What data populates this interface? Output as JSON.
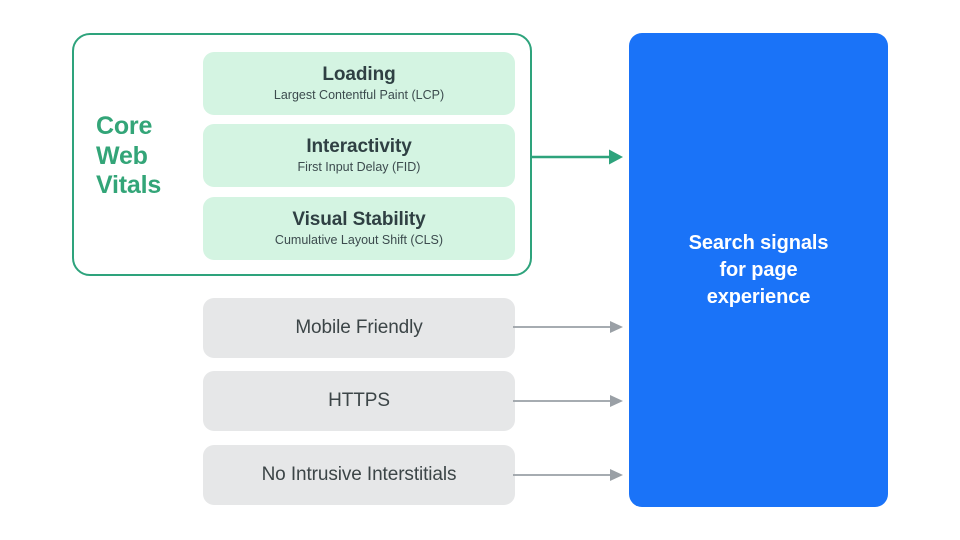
{
  "diagram": {
    "title": "Search signals for page experience",
    "colors": {
      "core_web_vitals_green": "#33A578",
      "container_border_green": "#2EA37C",
      "metric_pill_bg": "#D4F4E2",
      "other_pill_bg": "#E6E7E8",
      "outcome_blue": "#1A73F8",
      "arrow_gray": "#9AA0A6",
      "dark_text": "#2F4043"
    }
  },
  "core_web_vitals": {
    "label": "Core\nWeb\nVitals",
    "metrics": [
      {
        "title": "Loading",
        "subtitle": "Largest Contentful Paint (LCP)"
      },
      {
        "title": "Interactivity",
        "subtitle": "First Input Delay (FID)"
      },
      {
        "title": "Visual Stability",
        "subtitle": "Cumulative Layout Shift (CLS)"
      }
    ]
  },
  "other_signals": [
    {
      "title": "Mobile Friendly"
    },
    {
      "title": "HTTPS"
    },
    {
      "title": "No Intrusive Interstitials"
    }
  ],
  "outcome": {
    "text": "Search signals\nfor page\nexperience"
  },
  "arrows": [
    {
      "name": "core-web-vitals-arrow",
      "color": "#2EA37C"
    },
    {
      "name": "mobile-friendly-arrow",
      "color": "#9AA0A6"
    },
    {
      "name": "https-arrow",
      "color": "#9AA0A6"
    },
    {
      "name": "interstitials-arrow",
      "color": "#9AA0A6"
    }
  ]
}
